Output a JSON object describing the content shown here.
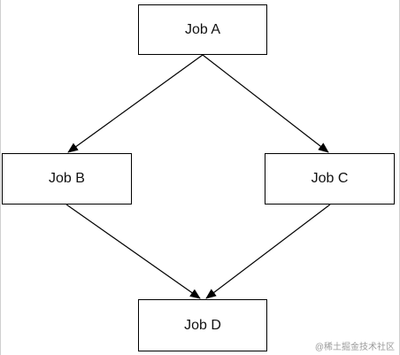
{
  "diagram": {
    "nodes": [
      {
        "id": "a",
        "label": "Job A"
      },
      {
        "id": "b",
        "label": "Job B"
      },
      {
        "id": "c",
        "label": "Job C"
      },
      {
        "id": "d",
        "label": "Job D"
      }
    ],
    "edges": [
      {
        "from": "a",
        "to": "b"
      },
      {
        "from": "a",
        "to": "c"
      },
      {
        "from": "b",
        "to": "d"
      },
      {
        "from": "c",
        "to": "d"
      }
    ]
  },
  "watermark": "@稀土掘金技术社区",
  "colors": {
    "stroke": "#000000",
    "text": "#111111",
    "frame": "#cfcfcf",
    "watermark": "#9a9a9a"
  }
}
